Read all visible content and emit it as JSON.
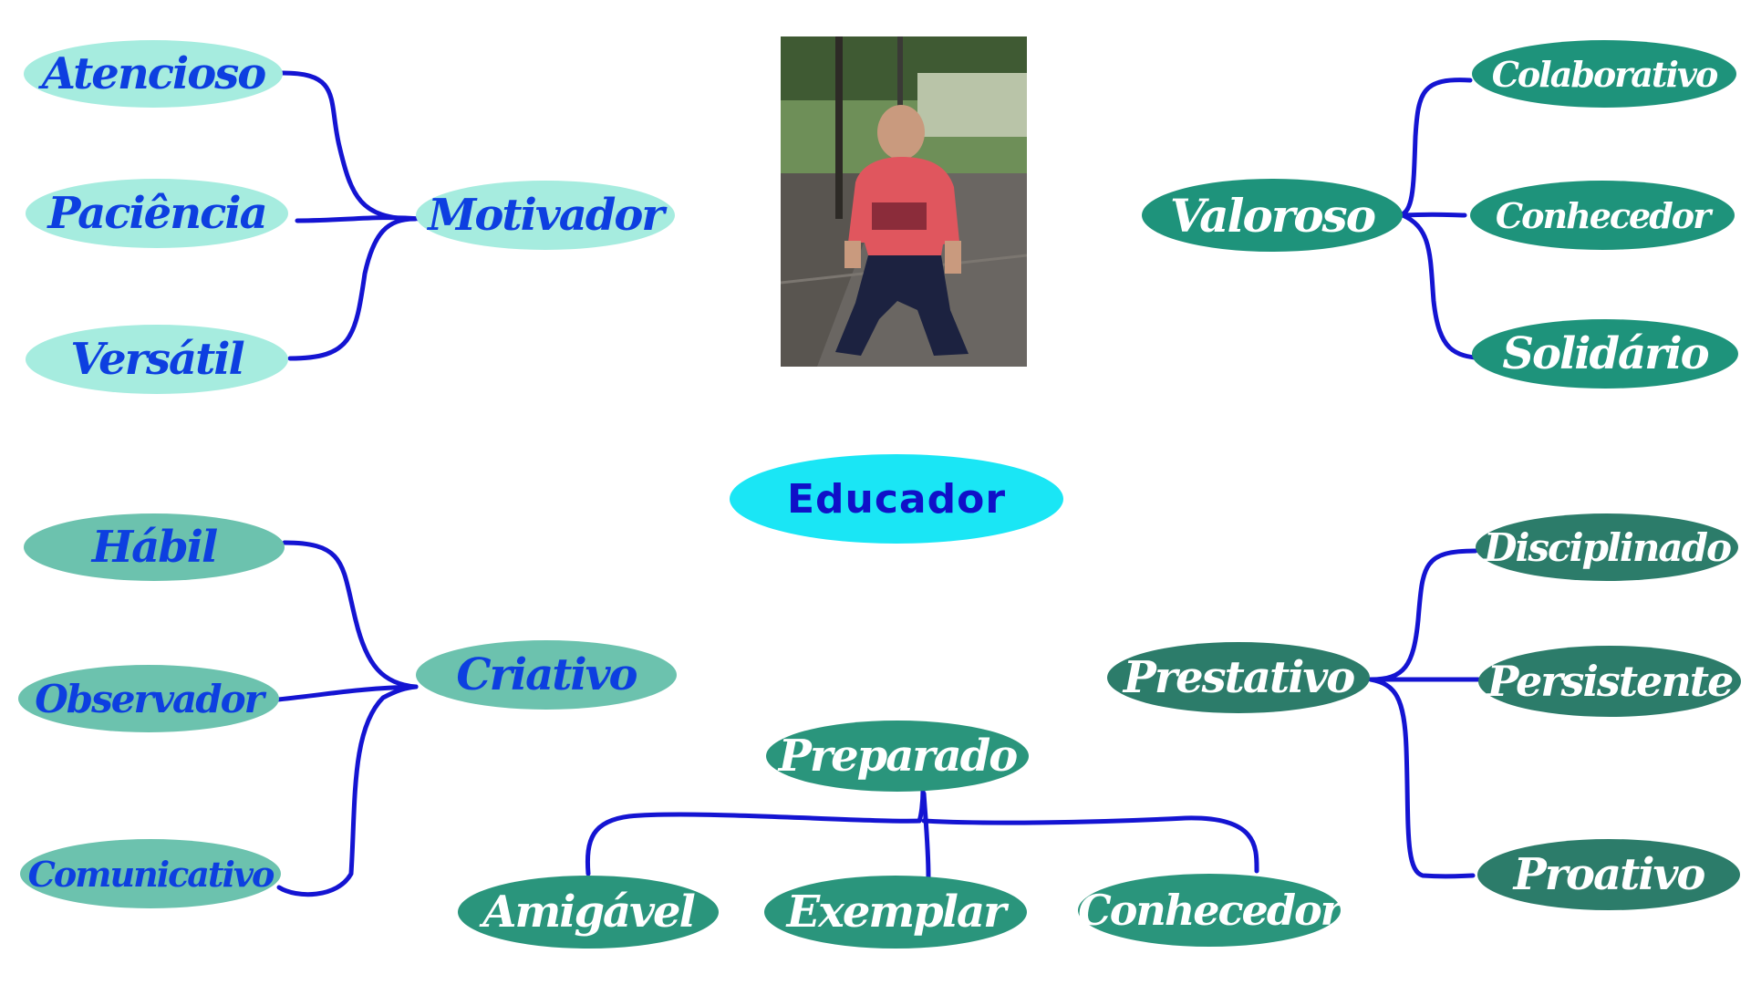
{
  "central": {
    "label": "Educador"
  },
  "photo": {
    "description_icon": "person-photo"
  },
  "colors": {
    "connector": "#1414d2",
    "central_fill": "#1ae6f5",
    "central_text": "#1010c8",
    "light_fill": "#a6ecdf",
    "teal_fill": "#6cc2ae",
    "dark_fill": "#1e937b",
    "node_text_blue": "#0d3fe0",
    "node_text_white": "#ffffff"
  },
  "branches": {
    "motivador": {
      "label": "Motivador",
      "children": [
        "Atencioso",
        "Paciência",
        "Versátil"
      ]
    },
    "valoroso": {
      "label": "Valoroso",
      "children": [
        "Colaborativo",
        "Conhecedor",
        "Solidário"
      ]
    },
    "criativo": {
      "label": "Criativo",
      "children": [
        "Hábil",
        "Observador",
        "Comunicativo"
      ]
    },
    "prestativo": {
      "label": "Prestativo",
      "children": [
        "Disciplinado",
        "Persistente",
        "Proativo"
      ]
    },
    "preparado": {
      "label": "Preparado",
      "children": [
        "Amigável",
        "Exemplar",
        "Conhecedor"
      ]
    }
  }
}
